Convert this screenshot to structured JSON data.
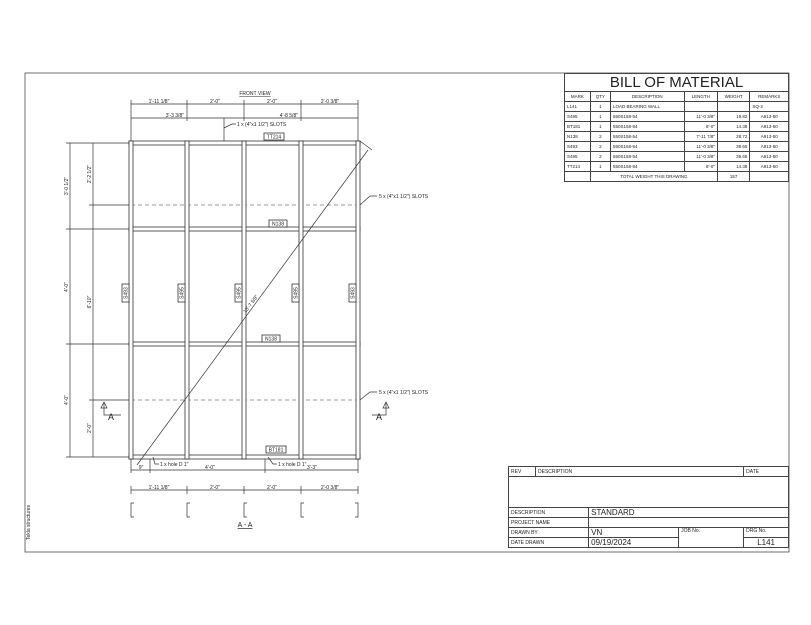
{
  "view_title": "FRONT VIEW",
  "section_title": "A - A",
  "section_marker": "A",
  "side_note": "Tekla structures",
  "top_dims_row1": [
    "1'-11 1/8\"",
    "2'-0\"",
    "2'-0\"",
    "2'-0 3/8\""
  ],
  "top_dims_row2": [
    "3'-3 3/8\"",
    "4'-8 5/8\""
  ],
  "left_dims_outer": [
    "3'-0 1/2\"",
    "4'-0\"",
    "4'-0\""
  ],
  "left_dims_inner": [
    "2'-2 1/2\"",
    "6'-10\"",
    "2'-0\""
  ],
  "bottom_dims_row1": [
    "9\"",
    "4'-0\"",
    "3'-3\""
  ],
  "section_dims": [
    "1'-11 1/8\"",
    "2'-0\"",
    "2'-0\"",
    "2'-0 3/8\""
  ],
  "diagonal_dim": "13'-7 5/8\"",
  "callouts": {
    "top_slot": "1 x (4\"x1 1/2\") SLOTS",
    "upper_slots": "5 x (4\"x1 1/2\") SLOTS",
    "lower_slots": "5 x (4\"x1 1/2\") SLOTS",
    "hole_left": "1 x hole D 1\"",
    "hole_right": "1 x hole D 1\""
  },
  "member_marks": {
    "top": "TT214",
    "mid_upper": "N138",
    "mid_lower": "N138",
    "bottom": "BT181",
    "studs": [
      "S493",
      "S495",
      "S495",
      "S495",
      "S493"
    ]
  },
  "bom": {
    "title": "BILL OF MATERIAL",
    "headers": [
      "MARK",
      "QTY",
      "DESCRIPTION",
      "LENGTH",
      "WEIGHT",
      "REMARKS"
    ],
    "rows": [
      [
        "L141",
        "1",
        "LOAD BEARING WALL",
        "",
        "",
        "SQ-2"
      ],
      [
        "S495",
        "1",
        "550S158-54",
        "11'-0 3/8\"",
        "19.82",
        "A913-50"
      ],
      [
        "BT181",
        "1",
        "550S158-54",
        "8'-0\"",
        "14.38",
        "A913-50"
      ],
      [
        "N138",
        "2",
        "550S158-54",
        "7'-11 7/8\"",
        "28.72",
        "A913-50"
      ],
      [
        "S493",
        "2",
        "550S158-54",
        "11'-0 3/8\"",
        "39.65",
        "A913-50"
      ],
      [
        "S495",
        "2",
        "550S158-54",
        "11'-0 3/8\"",
        "39.65",
        "A913-50"
      ],
      [
        "TT214",
        "1",
        "550S158-54",
        "8'-0\"",
        "14.38",
        "A913-50"
      ]
    ],
    "total_label": "TOTAL WEIGHT THIS DRAWING",
    "total_value": "157"
  },
  "title_block": {
    "rev_label": "REV",
    "desc_label": "DESCRIPTION",
    "date_label": "DATE",
    "description_label": "DESCRIPTION",
    "description": "STANDARD",
    "project_label": "PROJECT NAME",
    "project": "",
    "drawn_by_label": "DRAWN BY",
    "drawn_by": "VN",
    "date_drawn_label": "DATE DRAWN",
    "date_drawn": "09/19/2024",
    "job_label": "JOB No.",
    "job": "",
    "drg_label": "DRG No.",
    "drg": "L141"
  }
}
